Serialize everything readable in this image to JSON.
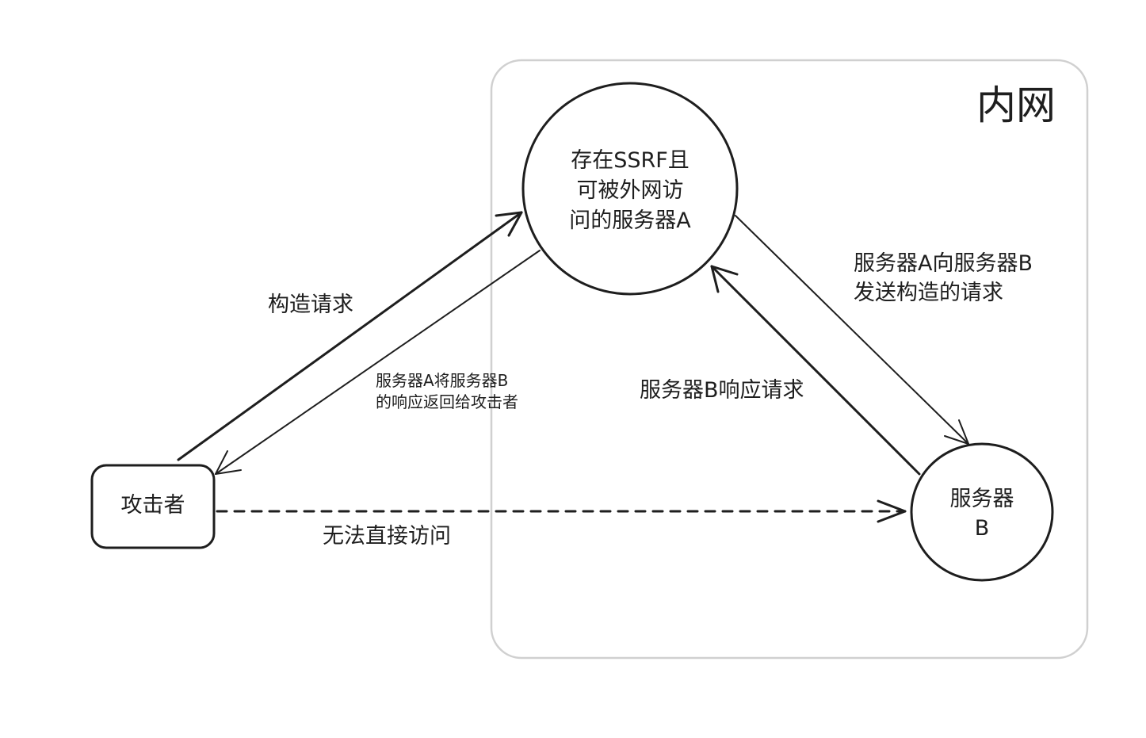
{
  "zone": {
    "label": "内网",
    "border_color": "#d0d0d0"
  },
  "nodes": {
    "server_a": {
      "label": "存在SSRF且\n可被外网访\n问的服务器A"
    },
    "server_b": {
      "label": "服务器\nB"
    },
    "attacker": {
      "label": "攻击者"
    }
  },
  "edges": {
    "build_request": {
      "label": "构造请求"
    },
    "a_returns_b_response": {
      "label": "服务器A将服务器B\n的响应返回给攻击者"
    },
    "a_sends_to_b": {
      "label": "服务器A向服务器B\n发送构造的请求"
    },
    "b_responds": {
      "label": "服务器B响应请求"
    },
    "no_direct_access": {
      "label": "无法直接访问"
    }
  },
  "colors": {
    "stroke": "#1e1e1e",
    "background": "#ffffff"
  }
}
